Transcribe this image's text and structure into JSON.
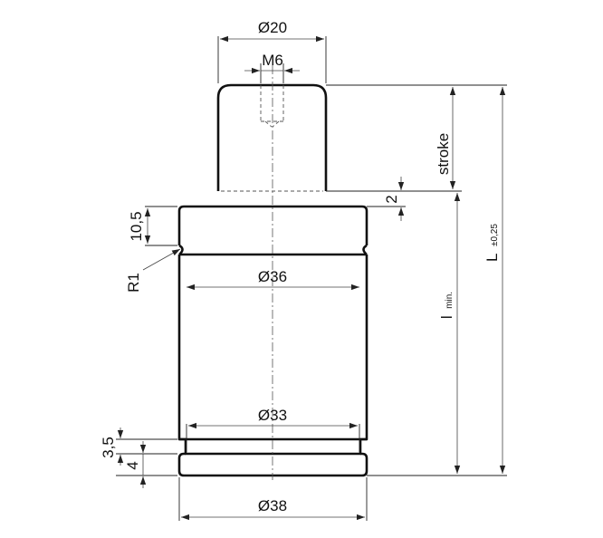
{
  "dimensions": {
    "shaft_diameter": "Ø20",
    "thread": "M6",
    "stroke": "stroke",
    "stroke_gap": "2",
    "flange_height": "10,5",
    "groove_radius": "R1",
    "body_diameter": "Ø36",
    "length_min": "l",
    "length_min_suffix": "min.",
    "length_total": "L",
    "length_total_tolerance": "±0,25",
    "lower_diameter": "Ø33",
    "lower_groove": "3,5",
    "base_height": "4",
    "base_diameter": "Ø38"
  }
}
